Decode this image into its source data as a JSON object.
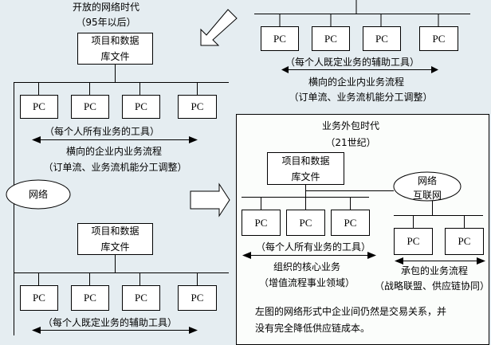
{
  "left_era": {
    "title": "开放的网络时代",
    "subtitle": "（95年以后）",
    "top_db": {
      "line1": "项目和数据",
      "line2": "库文件"
    },
    "top_pcs": [
      "PC",
      "PC",
      "PC",
      "PC"
    ],
    "top_caption": "（每个人所有业务的工具）",
    "top_flow": "横向的企业内业务流程",
    "top_flow_detail": "（订单流、业务流机能分工调整）",
    "network_label": "网络",
    "bottom_db": {
      "line1": "项目和数据",
      "line2": "库文件"
    },
    "bottom_pcs": [
      "PC",
      "PC",
      "PC",
      "PC"
    ],
    "bottom_caption": "（每个人既定业务的辅助工具）"
  },
  "top_right_era": {
    "pcs": [
      "PC",
      "PC",
      "PC",
      "PC"
    ],
    "caption": "（每个人既定业务的辅助工具）",
    "flow": "横向的企业内业务流程",
    "flow_detail": "（订单流、业务流机能分工调整）"
  },
  "outsourcing_era": {
    "title": "业务外包时代",
    "subtitle": "（21世纪）",
    "db": {
      "line1": "项目和数据",
      "line2": "库文件"
    },
    "internet": {
      "line1": "网络",
      "line2": "互联网"
    },
    "core_pcs": [
      "PC",
      "PC",
      "PC"
    ],
    "core_caption": "（每个人所有业务的工具）",
    "core_business": "组织的核心业务",
    "core_detail": "（增值流程事业领域）",
    "contract_pcs": [
      "PC",
      "PC"
    ],
    "contract_flow": "承包的业务流程",
    "contract_detail": "（战略联盟、供应链协同）",
    "note_line1": "左图的网络形式中企业间仍然是交易关系，并",
    "note_line2": "没有完全降低供应链成本。"
  },
  "colors": {
    "background": "#e5edf1",
    "panel": "#fbfdfb",
    "line": "#000000"
  }
}
